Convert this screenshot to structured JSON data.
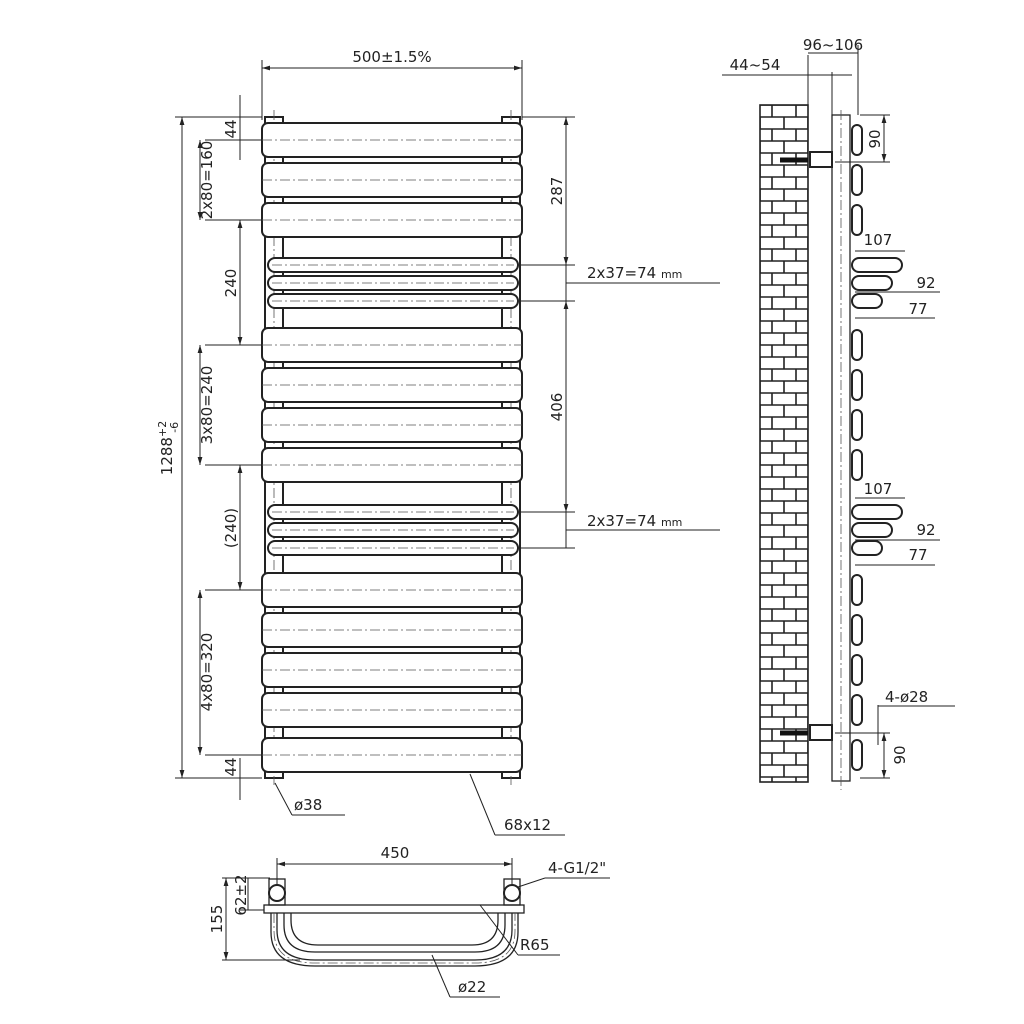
{
  "front_view": {
    "width_label": "500±1.5%",
    "height_label": "1288",
    "height_tol_plus": "+2",
    "height_tol_minus": "-6",
    "top_offset": "44",
    "bottom_offset": "44",
    "group1_spacing": "2x80=160",
    "gap1": "240",
    "group2_spacing": "3x80=240",
    "gap2": "(240)",
    "group3_spacing": "4x80=320",
    "to_first_tube": "287",
    "tube_spacing_top": "2x37=74",
    "tube_spacing_bottom": "2x37=74",
    "unit": "mm",
    "between_tubes": "406",
    "post_diameter": "ø38",
    "panel_size": "68x12"
  },
  "side_view": {
    "wall_distance": "44~54",
    "total_depth": "96~106",
    "bracket_top": "90",
    "bracket_bottom": "90",
    "tube_top_107": "107",
    "tube_top_92": "92",
    "tube_top_77": "77",
    "tube_bot_107": "107",
    "tube_bot_92": "92",
    "tube_bot_77": "77",
    "connections": "4-ø28"
  },
  "top_view": {
    "centers": "450",
    "depth": "155",
    "offset": "62±2",
    "connections": "4-G1/2\"",
    "radius": "R65",
    "tube_diameter": "ø22"
  }
}
